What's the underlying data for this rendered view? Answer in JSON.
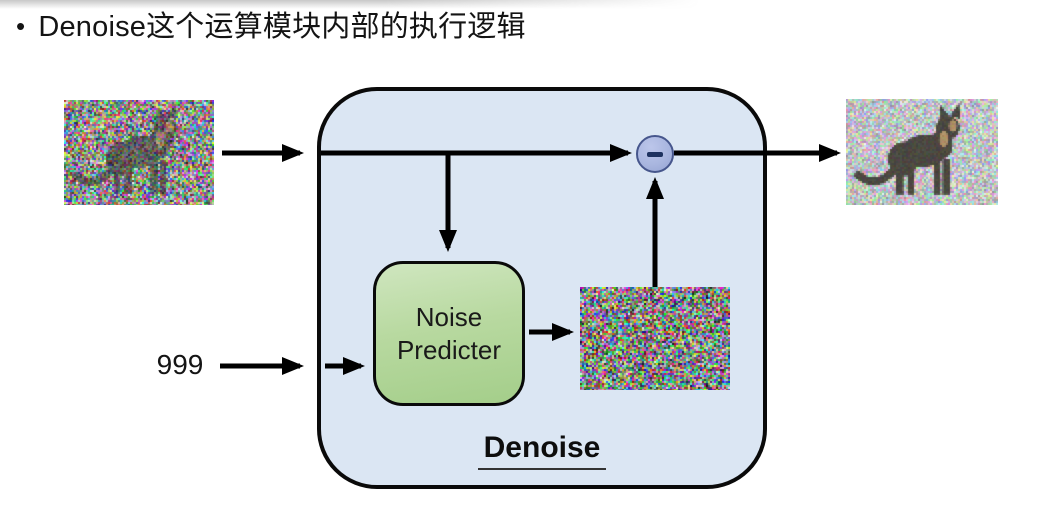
{
  "title": {
    "bullet": "•",
    "text": "Denoise这个运算模块内部的执行逻辑"
  },
  "diagram": {
    "container_label": "Denoise",
    "predicter_label": "Noise Predicter",
    "timestep_label": "999",
    "minus_symbol": "-",
    "images": {
      "noisy_input_alt": "noisy cat image",
      "predicted_noise_alt": "predicted noise map",
      "denoised_output_alt": "less noisy cat image"
    },
    "colors": {
      "container_fill": "#dbe6f3",
      "container_border": "#0a0a0a",
      "predicter_fill_top": "#cfe6bf",
      "predicter_fill_bottom": "#a4ce8a",
      "minus_fill": "#a9b6df",
      "minus_border": "#46568c",
      "minus_glyph": "#1e3260",
      "arrow": "#000000"
    }
  }
}
